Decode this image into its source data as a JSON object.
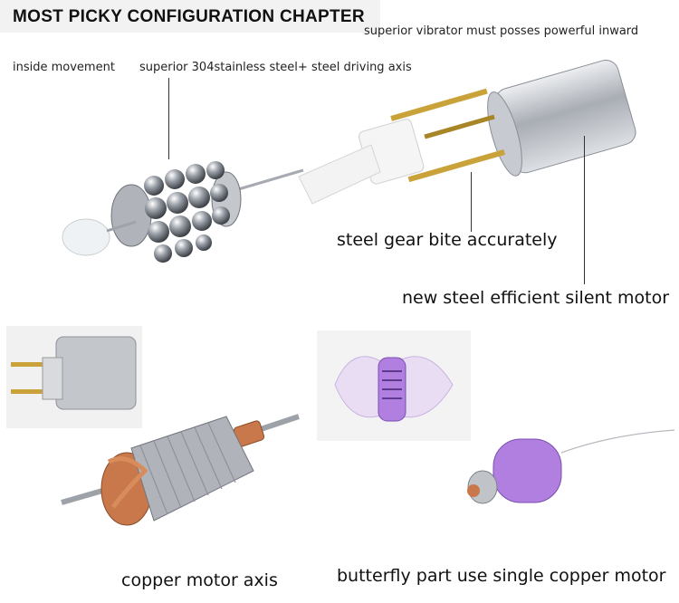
{
  "title": "MOST PICKY CONFIGURATION CHAPTER",
  "captions": {
    "top_right": "superior vibrator must posses powerful inward",
    "inside_movement": "inside movement",
    "stainless": "superior 304stainless steel+ steel driving axis",
    "gear": "steel gear bite accurately",
    "motor": "new steel efficient silent motor",
    "copper": "copper motor axis",
    "butterfly": "butterfly part use single copper motor"
  },
  "colors": {
    "steel": "#b9bcc2",
    "brass": "#c9a23a",
    "copper": "#c8784a",
    "purple": "#b07fe0",
    "background": "#ffffff",
    "title_bar": "#f2f2f2"
  },
  "icons": {
    "bead_cage": "steel-bead-cage-icon",
    "motor": "dc-motor-icon",
    "armature": "copper-armature-icon",
    "butterfly": "purple-butterfly-icon",
    "bullet": "purple-bullet-motor-icon"
  }
}
